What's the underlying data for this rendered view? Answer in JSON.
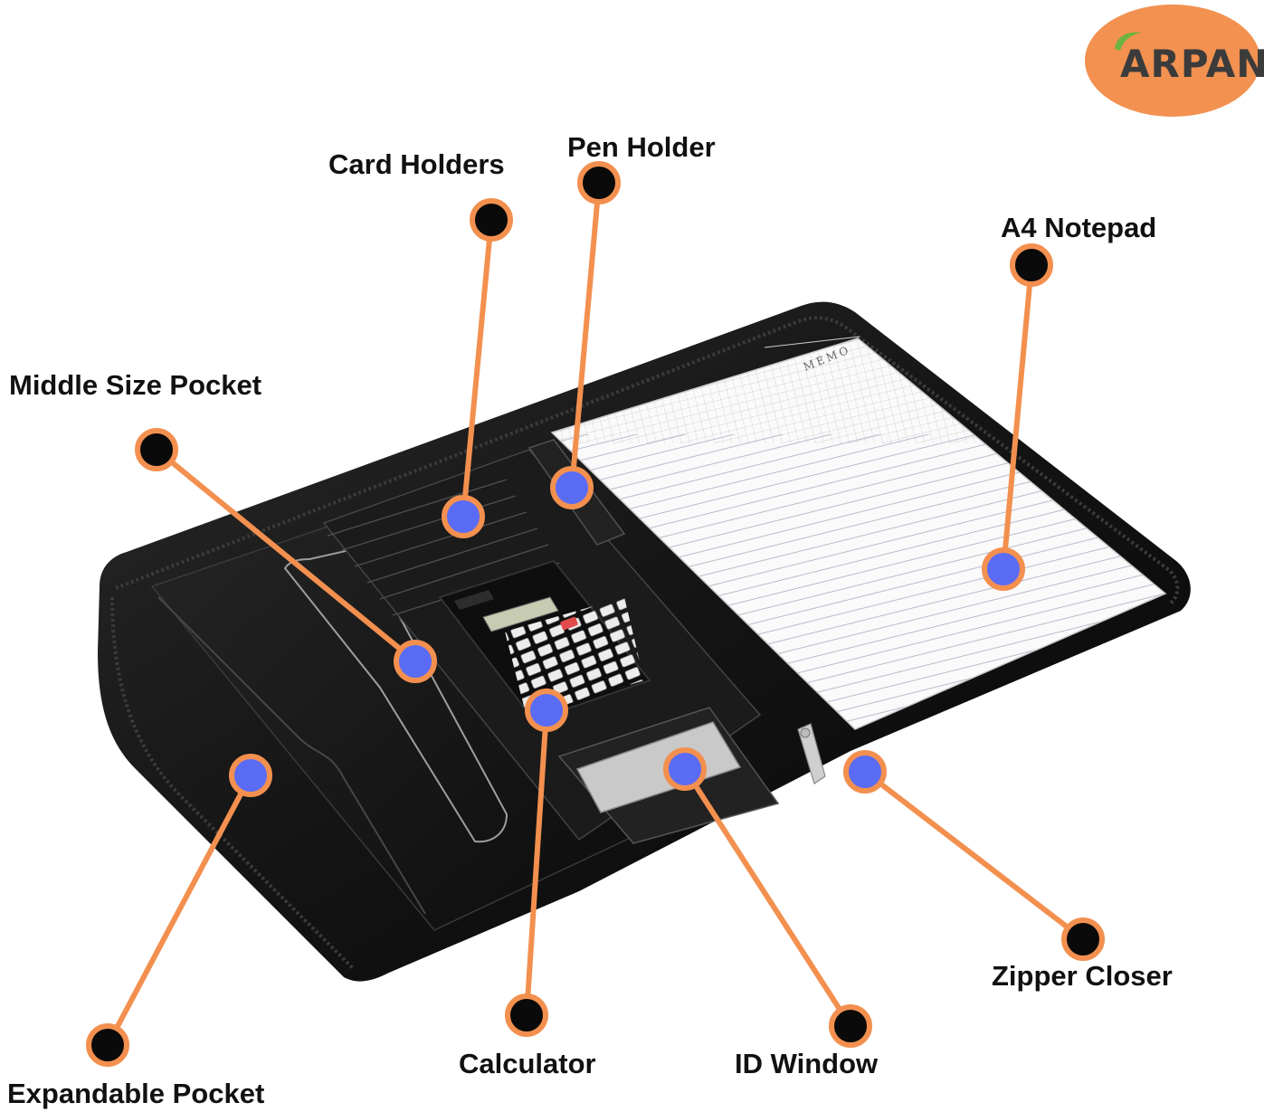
{
  "brand": {
    "name": "ARPAN",
    "logo_color": "#f29150"
  },
  "colors": {
    "leader_line": "#f3904f",
    "marker_blue": "#5b6cf4",
    "marker_black": "#0a0a0a",
    "folio_black": "#151515",
    "notepad_paper": "#fafafa"
  },
  "notepad": {
    "header_text": "MEMO"
  },
  "callouts": [
    {
      "id": "card-holders",
      "label": "Card Holders"
    },
    {
      "id": "pen-holder",
      "label": "Pen Holder"
    },
    {
      "id": "a4-notepad",
      "label": "A4 Notepad"
    },
    {
      "id": "middle-size-pocket",
      "label": "Middle Size Pocket"
    },
    {
      "id": "expandable-pocket",
      "label": "Expandable Pocket"
    },
    {
      "id": "calculator",
      "label": "Calculator"
    },
    {
      "id": "id-window",
      "label": "ID Window"
    },
    {
      "id": "zipper-closer",
      "label": "Zipper Closer"
    }
  ]
}
